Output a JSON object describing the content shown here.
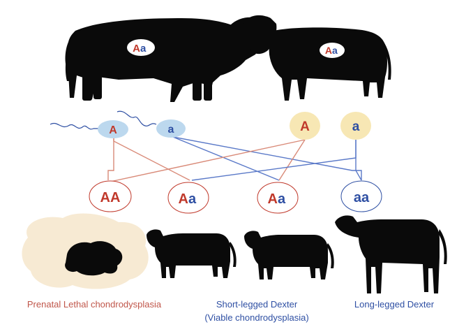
{
  "parents": [
    {
      "allele1": "A",
      "allele2": "a"
    },
    {
      "allele1": "A",
      "allele2": "a"
    }
  ],
  "gametes": {
    "sperm": [
      "A",
      "a"
    ],
    "eggs": [
      "A",
      "a"
    ]
  },
  "offspring": [
    {
      "allele1": "A",
      "allele2": "A"
    },
    {
      "allele1": "A",
      "allele2": "a"
    },
    {
      "allele1": "A",
      "allele2": "a"
    },
    {
      "allele1": "a",
      "allele2": "a"
    }
  ],
  "captions": {
    "lethal": "Prenatal Lethal chondrodysplasia",
    "short_line1": "Short-legged Dexter",
    "short_line2": "(Viable chondrodysplasia)",
    "long": "Long-legged Dexter"
  },
  "colors": {
    "dominant": "#c0392b",
    "recessive": "#2e4fa3",
    "sperm_fill": "#bcd8ee",
    "egg_fill": "#f7e7b4",
    "silhouette": "#0a0a0a"
  }
}
